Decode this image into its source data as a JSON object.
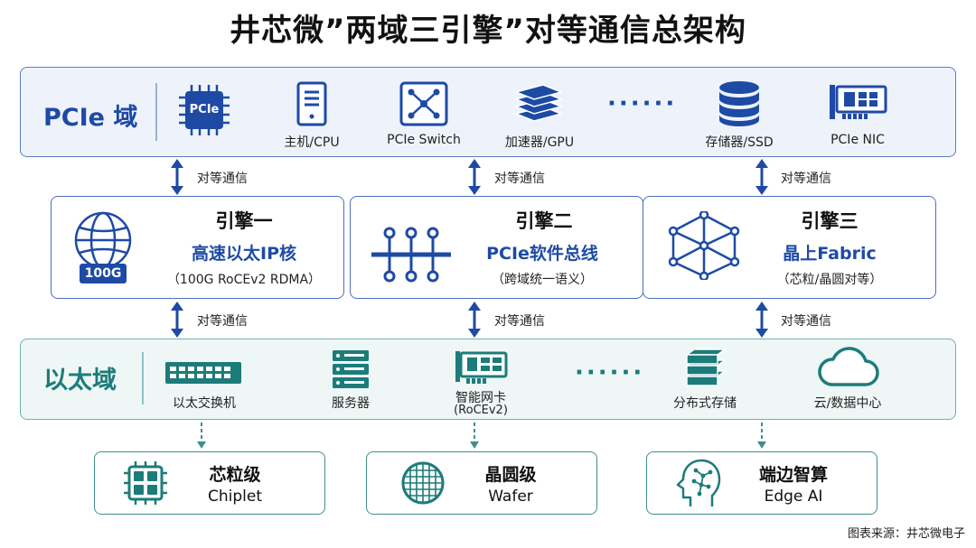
{
  "title": "井芯微”两域三引擎”对等通信总架构",
  "pcie_domain": {
    "title": "PCIe 域",
    "chip_text": "PCIe",
    "items": [
      "主机/CPU",
      "PCIe Switch",
      "加速器/GPU",
      "存储器/SSD",
      "PCIe NIC"
    ],
    "ellipsis": "······"
  },
  "link_label": "对等通信",
  "engines": [
    {
      "title": "引擎一",
      "subtitle": "高速以太IP核",
      "desc": "（100G RoCEv2 RDMA）",
      "badge": "100G"
    },
    {
      "title": "引擎二",
      "subtitle": "PCIe软件总线",
      "desc": "（跨域统一语义）"
    },
    {
      "title": "引擎三",
      "subtitle": "晶上Fabric",
      "desc": "（芯粒/晶圆对等）"
    }
  ],
  "ethernet_domain": {
    "title": "以太域",
    "items": [
      "以太交换机",
      "服务器",
      "智能网卡",
      "分布式存储",
      "云/数据中心"
    ],
    "nic_sub": "(RoCEv2)",
    "ellipsis": "······"
  },
  "levels": [
    {
      "title": "芯粒级",
      "subtitle": "Chiplet"
    },
    {
      "title": "晶圆级",
      "subtitle": "Wafer"
    },
    {
      "title": "端边智算",
      "subtitle": "Edge AI"
    }
  ],
  "source": "图表来源：井芯微电子",
  "colors": {
    "pcie_blue": "#1e4aa5",
    "eth_teal": "#1c7c7a",
    "pcie_bg": "#eef3fb",
    "eth_bg": "#eef7f6"
  }
}
